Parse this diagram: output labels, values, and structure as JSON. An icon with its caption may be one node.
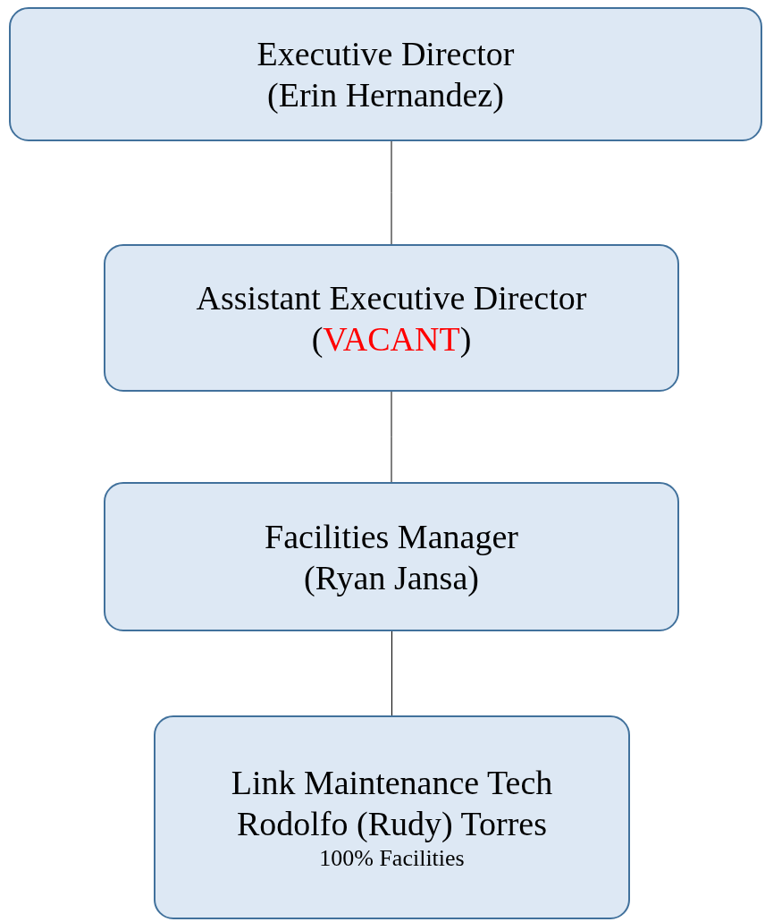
{
  "diagram": {
    "nodes": [
      {
        "text": [
          "Executive Director",
          "(Erin Hernandez)"
        ]
      },
      {
        "text": [
          "Assistant Executive Director",
          "(*VACANT*)"
        ]
      },
      {
        "text": [
          "Facilities Manager",
          "(Ryan Jansa)"
        ]
      },
      {
        "text": [
          "Link Maintenance Tech",
          "Rodolfo (Rudy) Torres",
          "100% Facilities"
        ]
      }
    ],
    "edges": [
      {
        "from": 0,
        "to": 1,
        "arrow": "none"
      },
      {
        "from": 1,
        "to": 2,
        "arrow": "none"
      },
      {
        "from": 2,
        "to": 3,
        "arrow": "none"
      }
    ]
  }
}
